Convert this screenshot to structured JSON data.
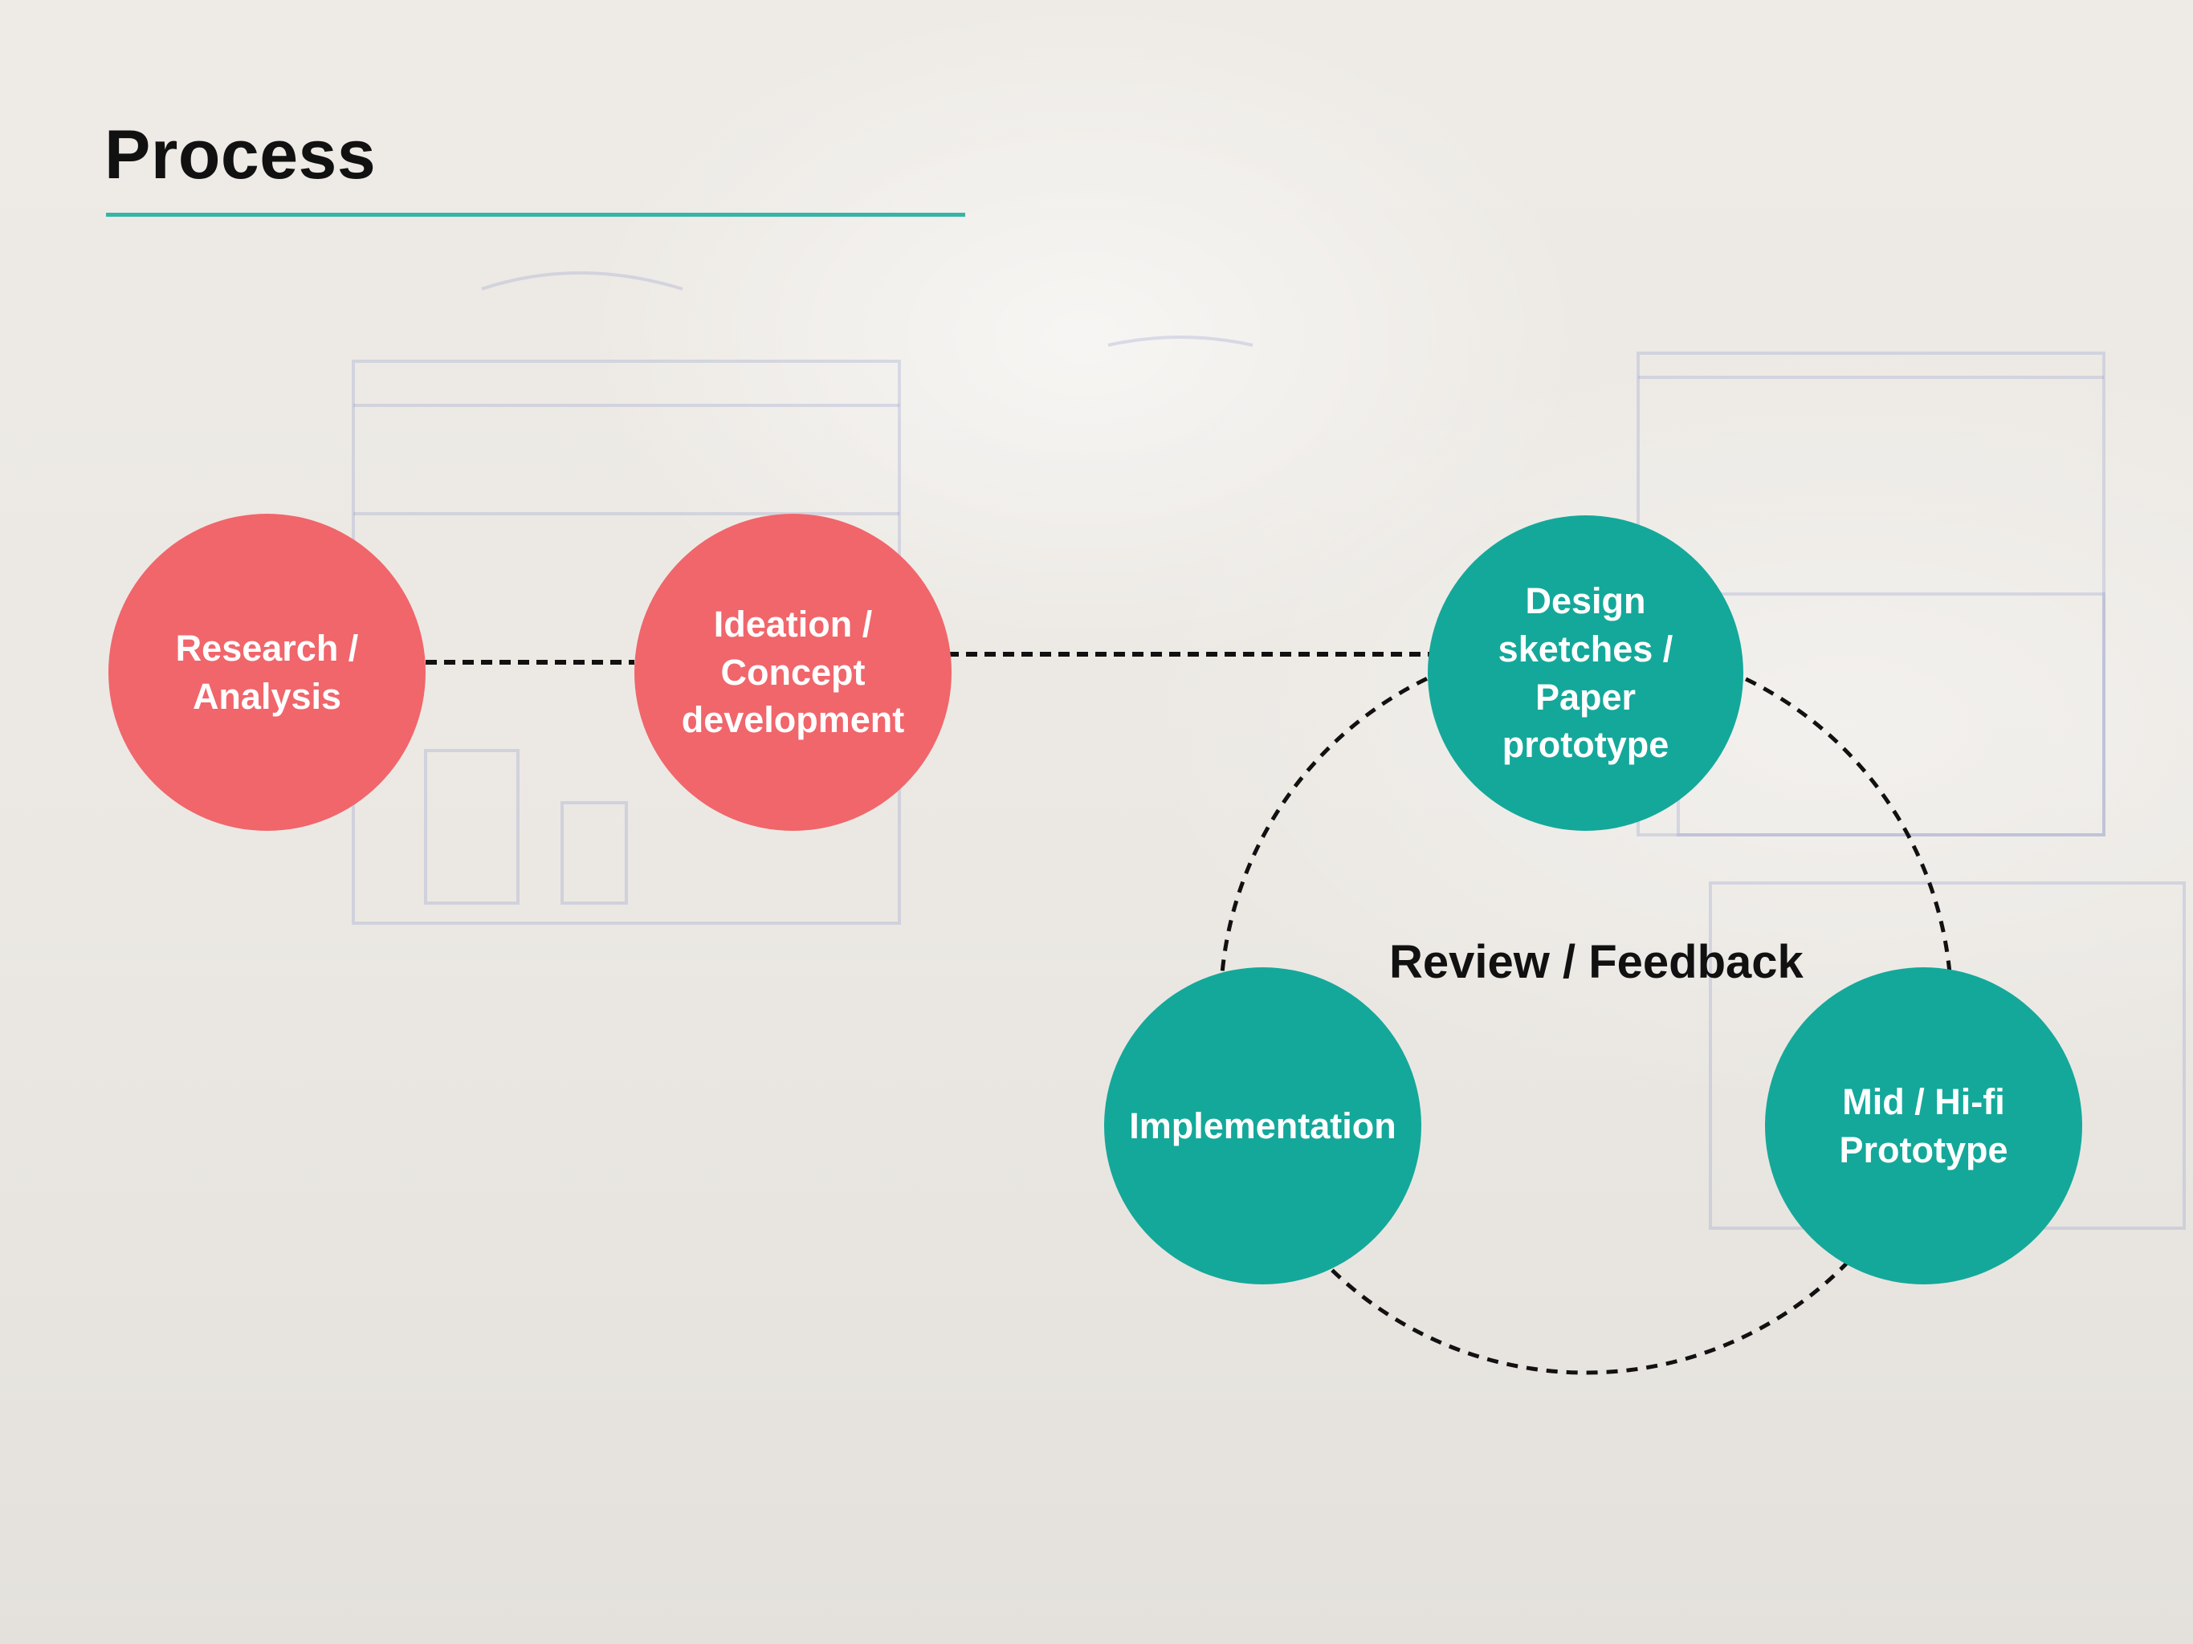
{
  "slide": {
    "title": "Process",
    "accent_color": "#38b4a7"
  },
  "diagram": {
    "stages": [
      {
        "id": "research",
        "label": "Research / Analysis",
        "color": "#f0666b"
      },
      {
        "id": "ideation",
        "label": "Ideation / Concept development",
        "color": "#f0666b"
      },
      {
        "id": "design",
        "label": "Design sketches / Paper prototype",
        "color": "#14a89a"
      },
      {
        "id": "implementation",
        "label": "Implementation",
        "color": "#14a89a"
      },
      {
        "id": "prototype",
        "label": "Mid / Hi-fi Prototype",
        "color": "#14a89a"
      }
    ],
    "loop_label": "Review / Feedback",
    "connectors": [
      {
        "from": "research",
        "to": "ideation",
        "style": "dashed"
      },
      {
        "from": "ideation",
        "to": "design",
        "style": "dashed"
      }
    ],
    "loop": {
      "members": [
        "design",
        "prototype",
        "implementation"
      ],
      "style": "dashed"
    }
  }
}
